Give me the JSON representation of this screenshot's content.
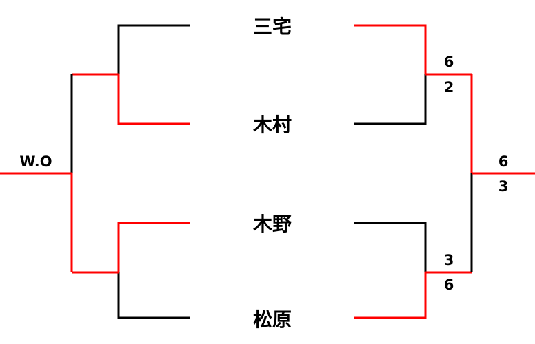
{
  "players": [
    {
      "name": "三宅"
    },
    {
      "name": "木村"
    },
    {
      "name": "木野"
    },
    {
      "name": "松原"
    }
  ],
  "left_result": "W.O",
  "right_scores": {
    "semi1": {
      "top": "6",
      "bottom": "2"
    },
    "semi2": {
      "top": "3",
      "bottom": "6"
    },
    "final": {
      "top": "6",
      "bottom": "3"
    }
  },
  "colors": {
    "winner_line": "#ff0000",
    "loser_line": "#000000"
  }
}
